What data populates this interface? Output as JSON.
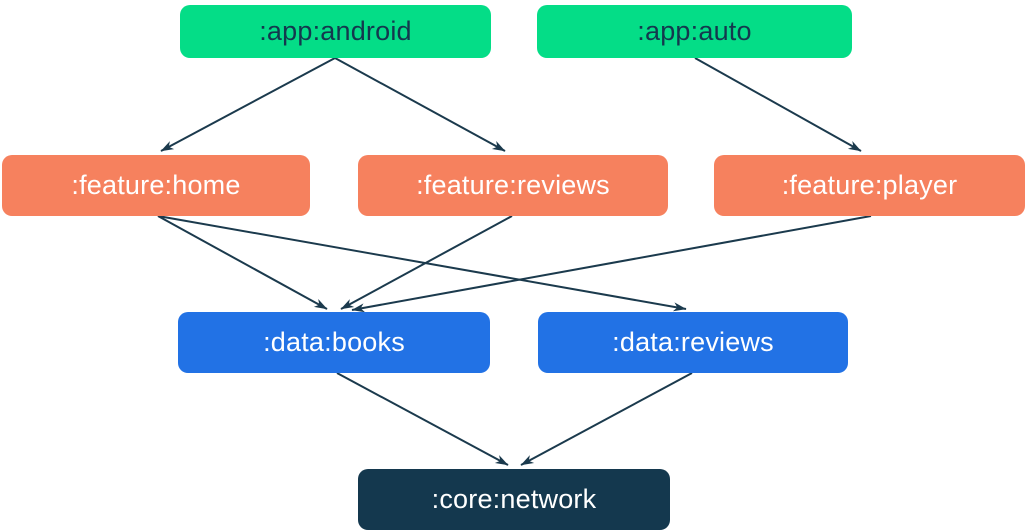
{
  "diagram": {
    "type": "module-dependency-graph",
    "nodes": [
      {
        "id": "app-android",
        "label": ":app:android",
        "layer": "app",
        "fill": "#04DD87",
        "text_color": "#14384E"
      },
      {
        "id": "app-auto",
        "label": ":app:auto",
        "layer": "app",
        "fill": "#04DD87",
        "text_color": "#14384E"
      },
      {
        "id": "feature-home",
        "label": ":feature:home",
        "layer": "feature",
        "fill": "#F6815E",
        "text_color": "#FFFFFF"
      },
      {
        "id": "feature-reviews",
        "label": ":feature:reviews",
        "layer": "feature",
        "fill": "#F6815E",
        "text_color": "#FFFFFF"
      },
      {
        "id": "feature-player",
        "label": ":feature:player",
        "layer": "feature",
        "fill": "#F6815E",
        "text_color": "#FFFFFF"
      },
      {
        "id": "data-books",
        "label": ":data:books",
        "layer": "data",
        "fill": "#2272E5",
        "text_color": "#FFFFFF"
      },
      {
        "id": "data-reviews",
        "label": ":data:reviews",
        "layer": "data",
        "fill": "#2272E5",
        "text_color": "#FFFFFF"
      },
      {
        "id": "core-network",
        "label": ":core:network",
        "layer": "core",
        "fill": "#14384E",
        "text_color": "#FFFFFF"
      }
    ],
    "edges": [
      {
        "from": "app-android",
        "to": "feature-home"
      },
      {
        "from": "app-android",
        "to": "feature-reviews"
      },
      {
        "from": "app-auto",
        "to": "feature-player"
      },
      {
        "from": "feature-home",
        "to": "data-books"
      },
      {
        "from": "feature-home",
        "to": "data-reviews"
      },
      {
        "from": "feature-reviews",
        "to": "data-books"
      },
      {
        "from": "feature-player",
        "to": "data-books"
      },
      {
        "from": "data-books",
        "to": "core-network"
      },
      {
        "from": "data-reviews",
        "to": "core-network"
      }
    ],
    "colors": {
      "app": "#04DD87",
      "feature": "#F6815E",
      "data": "#2272E5",
      "core": "#14384E",
      "edge": "#1B3A4D",
      "background": "#FFFFFF"
    }
  }
}
